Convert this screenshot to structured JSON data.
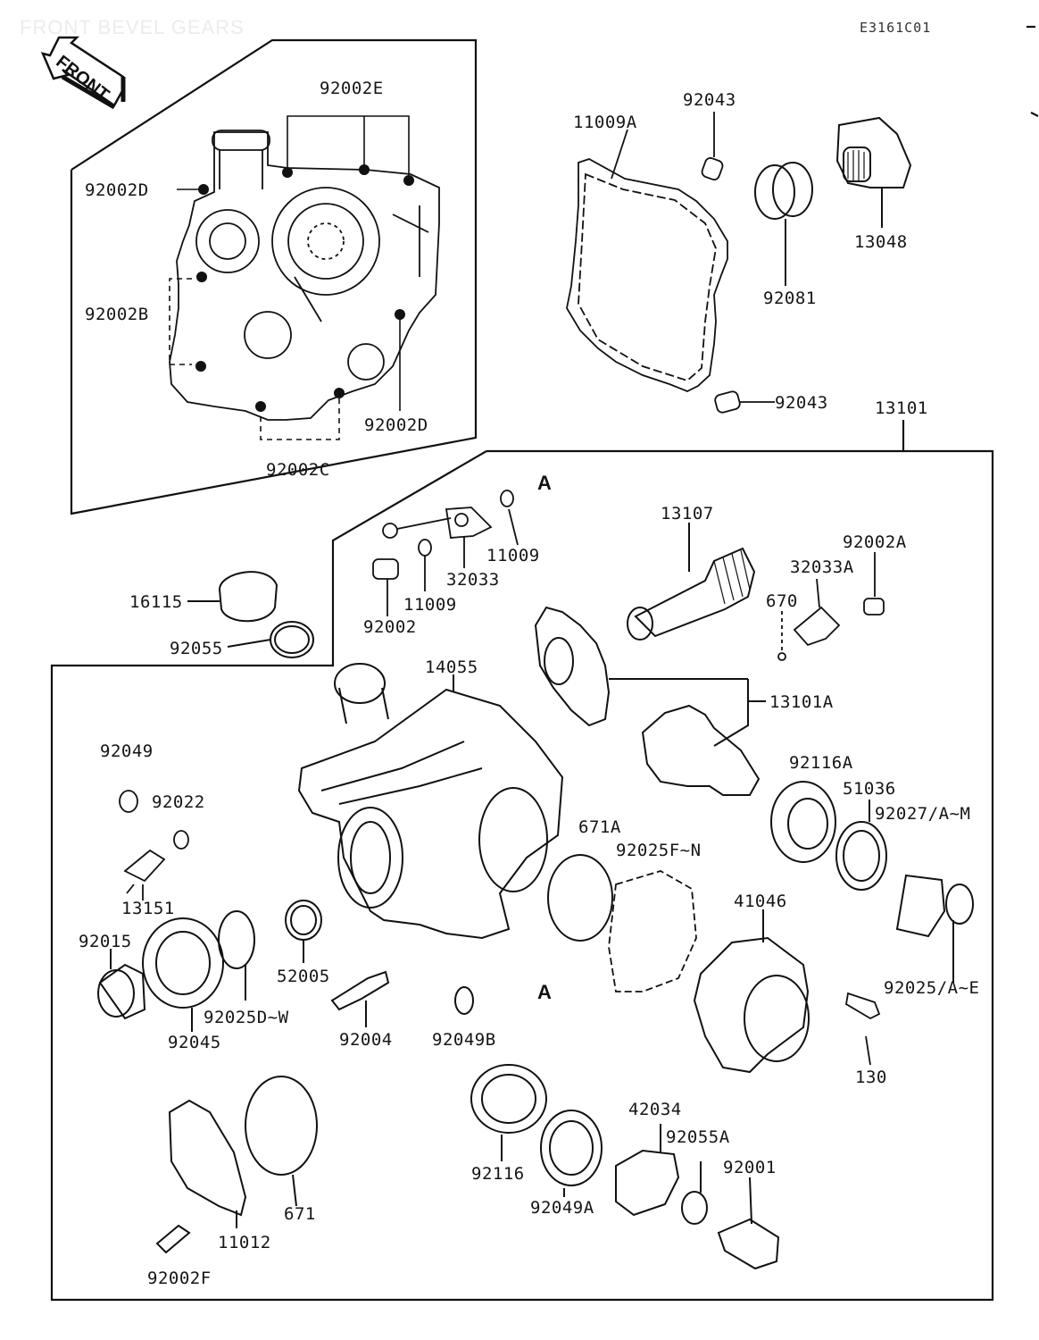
{
  "header": {
    "section_title": "FRONT BEVEL GEARS",
    "diagram_code": "E3161C01",
    "direction_label": "FRONT"
  },
  "reference_marks": [
    "A",
    "A"
  ],
  "parts": [
    {
      "id": "92002E"
    },
    {
      "id": "92002D"
    },
    {
      "id": "92002B"
    },
    {
      "id": "92002D"
    },
    {
      "id": "92002C"
    },
    {
      "id": "11009A"
    },
    {
      "id": "92043"
    },
    {
      "id": "13048"
    },
    {
      "id": "92081"
    },
    {
      "id": "92043"
    },
    {
      "id": "13101"
    },
    {
      "id": "11009"
    },
    {
      "id": "32033"
    },
    {
      "id": "11009"
    },
    {
      "id": "92002"
    },
    {
      "id": "13107"
    },
    {
      "id": "32033A"
    },
    {
      "id": "92002A"
    },
    {
      "id": "670"
    },
    {
      "id": "16115"
    },
    {
      "id": "92055"
    },
    {
      "id": "14055"
    },
    {
      "id": "13101A"
    },
    {
      "id": "92049"
    },
    {
      "id": "92022"
    },
    {
      "id": "92116A"
    },
    {
      "id": "51036"
    },
    {
      "id": "92027/A~M"
    },
    {
      "id": "671A"
    },
    {
      "id": "92025F~N"
    },
    {
      "id": "13151"
    },
    {
      "id": "41046"
    },
    {
      "id": "92015"
    },
    {
      "id": "52005"
    },
    {
      "id": "92025/A~E"
    },
    {
      "id": "92025D~W"
    },
    {
      "id": "92045"
    },
    {
      "id": "92004"
    },
    {
      "id": "92049B"
    },
    {
      "id": "130"
    },
    {
      "id": "42034"
    },
    {
      "id": "92055A"
    },
    {
      "id": "92001"
    },
    {
      "id": "92116"
    },
    {
      "id": "92049A"
    },
    {
      "id": "671"
    },
    {
      "id": "11012"
    },
    {
      "id": "92002F"
    }
  ]
}
